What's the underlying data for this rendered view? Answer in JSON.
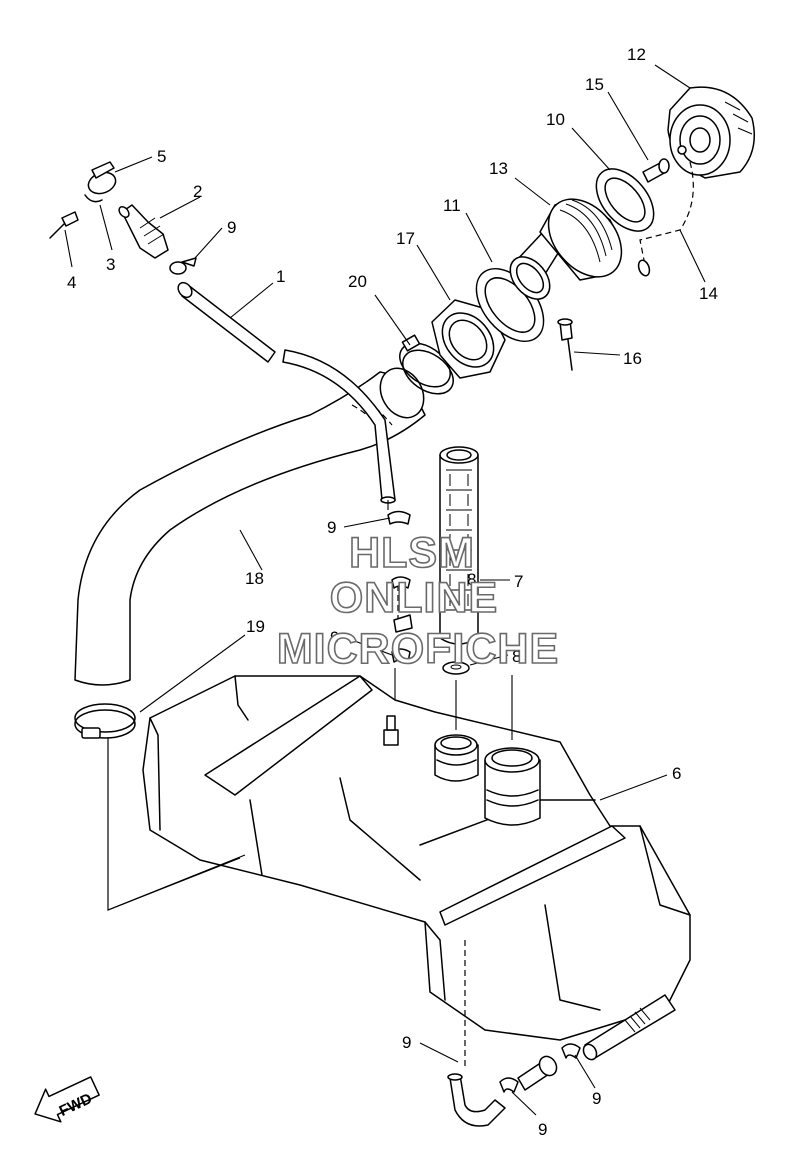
{
  "watermark": {
    "line1": "HLSM",
    "line2": "ONLINE",
    "line3": "MICROFICHE"
  },
  "direction_marker": {
    "label": "FWD",
    "icon": "arrow-left-icon"
  },
  "callouts": [
    {
      "id": "c1",
      "label": "1"
    },
    {
      "id": "c2",
      "label": "2"
    },
    {
      "id": "c3",
      "label": "3"
    },
    {
      "id": "c4",
      "label": "4"
    },
    {
      "id": "c5",
      "label": "5"
    },
    {
      "id": "c6",
      "label": "6"
    },
    {
      "id": "c7",
      "label": "7"
    },
    {
      "id": "c8a",
      "label": "8"
    },
    {
      "id": "c8b",
      "label": "8"
    },
    {
      "id": "c9a",
      "label": "9"
    },
    {
      "id": "c9b",
      "label": "9"
    },
    {
      "id": "c9c",
      "label": "9"
    },
    {
      "id": "c9d",
      "label": "9"
    },
    {
      "id": "c9e",
      "label": "9"
    },
    {
      "id": "c9f",
      "label": "9"
    },
    {
      "id": "c10",
      "label": "10"
    },
    {
      "id": "c11",
      "label": "11"
    },
    {
      "id": "c12",
      "label": "12"
    },
    {
      "id": "c13",
      "label": "13"
    },
    {
      "id": "c14",
      "label": "14"
    },
    {
      "id": "c15",
      "label": "15"
    },
    {
      "id": "c16",
      "label": "16"
    },
    {
      "id": "c17",
      "label": "17"
    },
    {
      "id": "c18",
      "label": "18"
    },
    {
      "id": "c19",
      "label": "19"
    },
    {
      "id": "c20",
      "label": "20"
    }
  ]
}
